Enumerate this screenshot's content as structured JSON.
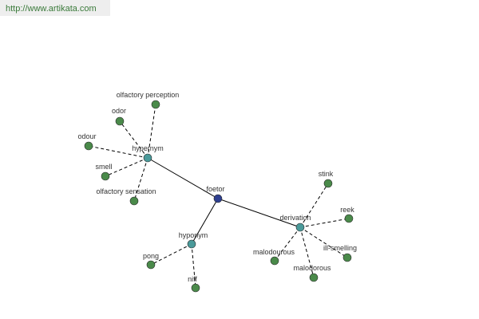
{
  "watermark": {
    "url": "http://www.artikata.com"
  },
  "colors": {
    "center": "#2e3f8f",
    "hub": "#4a9a9a",
    "leaf": "#4a8a4a",
    "edge": "#000000"
  },
  "graph": {
    "center": {
      "id": "foetor",
      "label": "foetor"
    },
    "hubs": [
      {
        "id": "hypernym",
        "label": "hypernym"
      },
      {
        "id": "derivation",
        "label": "derivation"
      },
      {
        "id": "hyponym",
        "label": "hyponym"
      }
    ],
    "leaves": [
      {
        "id": "olfactory-perception",
        "label": "olfactory perception",
        "hub": "hypernym"
      },
      {
        "id": "odor",
        "label": "odor",
        "hub": "hypernym"
      },
      {
        "id": "odour",
        "label": "odour",
        "hub": "hypernym"
      },
      {
        "id": "smell",
        "label": "smell",
        "hub": "hypernym"
      },
      {
        "id": "olfactory-sensation",
        "label": "olfactory sensation",
        "hub": "hypernym"
      },
      {
        "id": "stink",
        "label": "stink",
        "hub": "derivation"
      },
      {
        "id": "reek",
        "label": "reek",
        "hub": "derivation"
      },
      {
        "id": "ill-smelling",
        "label": "ill-smelling",
        "hub": "derivation"
      },
      {
        "id": "malodorous",
        "label": "malodorous",
        "hub": "derivation"
      },
      {
        "id": "malodourous",
        "label": "malodourous",
        "hub": "derivation"
      },
      {
        "id": "pong",
        "label": "pong",
        "hub": "hyponym"
      },
      {
        "id": "niff",
        "label": "niff",
        "hub": "hyponym"
      }
    ]
  }
}
